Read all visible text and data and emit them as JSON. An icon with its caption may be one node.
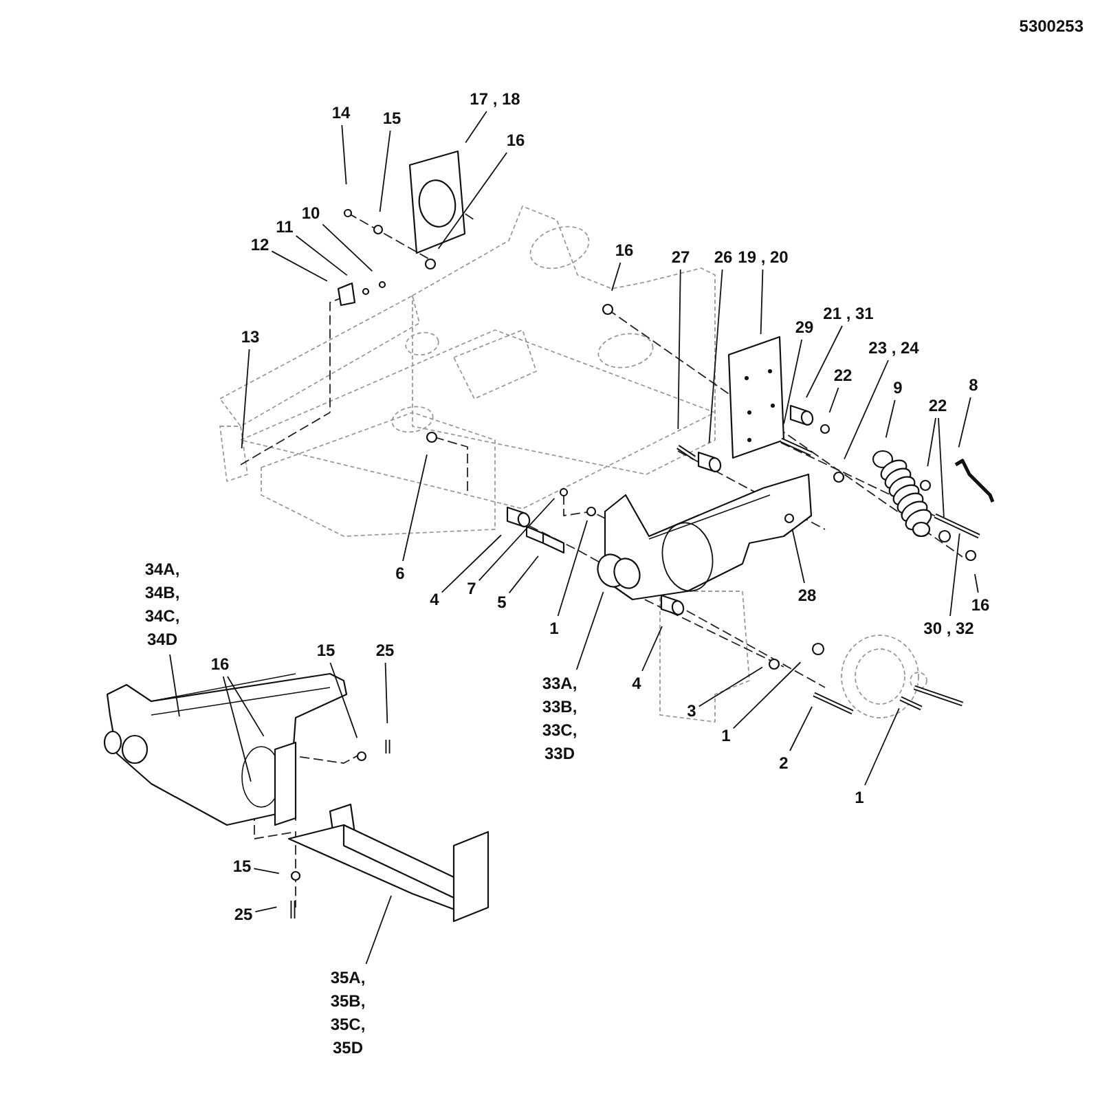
{
  "diagram": {
    "nodes": [
      {
        "text": [
          "14"
        ]
      },
      {
        "text": [
          "15"
        ]
      },
      {
        "text": [
          "17 , 18"
        ]
      },
      {
        "text": [
          "16"
        ]
      },
      {
        "text": [
          "10"
        ]
      },
      {
        "text": [
          "11"
        ]
      },
      {
        "text": [
          "12"
        ]
      },
      {
        "text": [
          "16"
        ]
      },
      {
        "text": [
          "27"
        ]
      },
      {
        "text": [
          "26"
        ]
      },
      {
        "text": [
          "19 , 20"
        ]
      },
      {
        "text": [
          "21 , 31"
        ]
      },
      {
        "text": [
          "29"
        ]
      },
      {
        "text": [
          "13"
        ]
      },
      {
        "text": [
          "23 , 24"
        ]
      },
      {
        "text": [
          "22"
        ]
      },
      {
        "text": [
          "8"
        ]
      },
      {
        "text": [
          "9"
        ]
      },
      {
        "text": [
          "22"
        ]
      },
      {
        "text": [
          "6"
        ]
      },
      {
        "text": [
          "34A, 34B, 34C, 34D"
        ]
      },
      {
        "text": [
          "7"
        ]
      },
      {
        "text": [
          "28"
        ]
      },
      {
        "text": [
          "4"
        ]
      },
      {
        "text": [
          "16"
        ]
      },
      {
        "text": [
          "5"
        ]
      },
      {
        "text": [
          "1"
        ]
      },
      {
        "text": [
          "30 , 32"
        ]
      },
      {
        "text": [
          "16"
        ]
      },
      {
        "text": [
          "15"
        ]
      },
      {
        "text": [
          "25"
        ]
      },
      {
        "text": [
          "4"
        ]
      },
      {
        "text": [
          "33A, 33B, 33C, 33D"
        ]
      },
      {
        "text": [
          "3"
        ]
      },
      {
        "text": [
          "1"
        ]
      },
      {
        "text": [
          "2"
        ]
      },
      {
        "text": [
          "1"
        ]
      },
      {
        "text": [
          "15"
        ]
      },
      {
        "text": [
          "25"
        ]
      },
      {
        "text": [
          "35A, 35B, 35C, 35D"
        ]
      }
    ],
    "edges": [
      {
        "from": 0,
        "to": null,
        "arrow": "none"
      },
      {
        "from": 1,
        "to": null,
        "arrow": "none"
      },
      {
        "from": 2,
        "to": null,
        "arrow": "none"
      },
      {
        "from": 3,
        "to": null,
        "arrow": "none"
      },
      {
        "from": 4,
        "to": null,
        "arrow": "none"
      },
      {
        "from": 5,
        "to": null,
        "arrow": "none"
      },
      {
        "from": 6,
        "to": null,
        "arrow": "none"
      },
      {
        "from": 7,
        "to": null,
        "arrow": "none"
      },
      {
        "from": 8,
        "to": null,
        "arrow": "none"
      },
      {
        "from": 9,
        "to": null,
        "arrow": "none"
      },
      {
        "from": 10,
        "to": null,
        "arrow": "none"
      },
      {
        "from": 11,
        "to": null,
        "arrow": "none"
      },
      {
        "from": 12,
        "to": null,
        "arrow": "none"
      },
      {
        "from": 13,
        "to": null,
        "arrow": "none"
      },
      {
        "from": 14,
        "to": null,
        "arrow": "none"
      },
      {
        "from": 15,
        "to": null,
        "arrow": "none"
      },
      {
        "from": 16,
        "to": null,
        "arrow": "none"
      },
      {
        "from": 17,
        "to": null,
        "arrow": "none"
      },
      {
        "from": 18,
        "to": null,
        "arrow": "none"
      },
      {
        "from": 18,
        "to": null,
        "arrow": "none"
      },
      {
        "from": 19,
        "to": null,
        "arrow": "none"
      },
      {
        "from": 20,
        "to": null,
        "arrow": "none"
      },
      {
        "from": 21,
        "to": null,
        "arrow": "none"
      },
      {
        "from": 22,
        "to": null,
        "arrow": "none"
      },
      {
        "from": 23,
        "to": null,
        "arrow": "none"
      },
      {
        "from": 24,
        "to": null,
        "arrow": "none"
      },
      {
        "from": 25,
        "to": null,
        "arrow": "none"
      },
      {
        "from": 26,
        "to": null,
        "arrow": "none"
      },
      {
        "from": 27,
        "to": null,
        "arrow": "none"
      },
      {
        "from": 28,
        "to": null,
        "arrow": "none"
      },
      {
        "from": 28,
        "to": null,
        "arrow": "none"
      },
      {
        "from": 29,
        "to": null,
        "arrow": "none"
      },
      {
        "from": 30,
        "to": null,
        "arrow": "none"
      },
      {
        "from": 31,
        "to": null,
        "arrow": "none"
      },
      {
        "from": 32,
        "to": null,
        "arrow": "none"
      },
      {
        "from": 33,
        "to": null,
        "arrow": "none"
      },
      {
        "from": 34,
        "to": null,
        "arrow": "none"
      },
      {
        "from": 35,
        "to": null,
        "arrow": "none"
      },
      {
        "from": 36,
        "to": null,
        "arrow": "none"
      },
      {
        "from": 37,
        "to": null,
        "arrow": "none"
      },
      {
        "from": 38,
        "to": null,
        "arrow": "none"
      },
      {
        "from": 39,
        "to": null,
        "arrow": "none"
      }
    ],
    "labels": [
      "5300253"
    ]
  }
}
